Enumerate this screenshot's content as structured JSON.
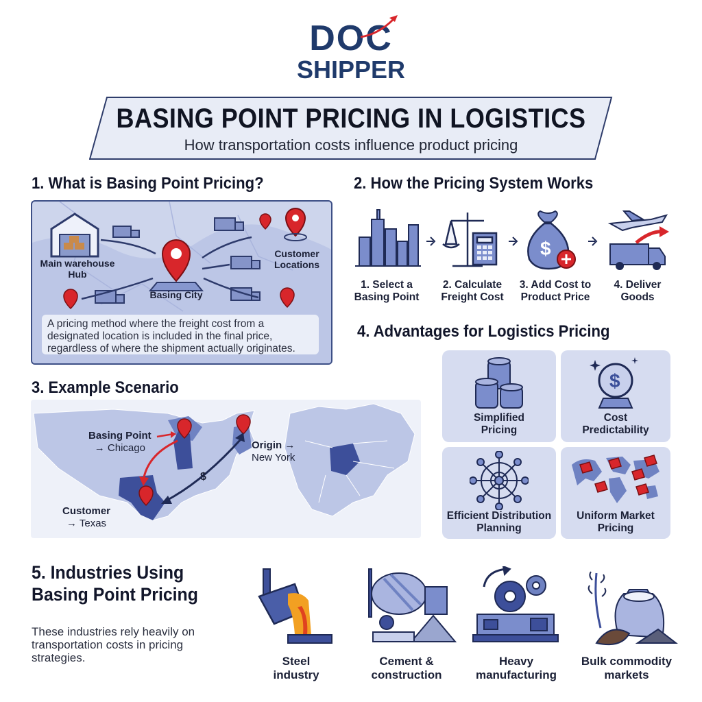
{
  "logo": {
    "line1": "DOC",
    "line2": "SHIPPER"
  },
  "banner": {
    "title": "BASING POINT PRICING IN LOGISTICS",
    "subtitle": "How transportation costs influence product pricing"
  },
  "section1": {
    "heading": "1. What is Basing Point Pricing?",
    "warehouse_label": "Main warehouse\nHub",
    "basing_city_label": "Basing City",
    "customer_label": "Customer\nLocations",
    "description": "A pricing method where the freight cost from a designated location is included in the final price, regardless of where the shipment actually originates."
  },
  "section2": {
    "heading": "2. How the Pricing System Works",
    "steps": [
      {
        "label": "1. Select a\nBasing Point",
        "icon": "city-skyline-icon"
      },
      {
        "label": "2. Calculate\nFreight Cost",
        "icon": "scale-calculator-icon"
      },
      {
        "label": "3. Add Cost to\nProduct Price",
        "icon": "money-bag-plus-icon"
      },
      {
        "label": "4. Deliver\nGoods",
        "icon": "plane-truck-icon"
      }
    ]
  },
  "section3": {
    "heading": "3. Example Scenario",
    "basing_point": "Basing Point",
    "basing_city": "→ Chicago",
    "origin": "Origin →",
    "origin_city": "New York",
    "customer": "Customer",
    "customer_state": "→ Texas",
    "dollar": "$"
  },
  "section4": {
    "heading": "4. Advantages for Logistics Pricing",
    "tiles": [
      {
        "label": "Simplified\nPricing",
        "icon": "coin-stacks-icon"
      },
      {
        "label": "Cost\nPredictability",
        "icon": "crystal-ball-icon"
      },
      {
        "label": "Efficient Distribution\nPlanning",
        "icon": "network-icon"
      },
      {
        "label": "Uniform Market\nPricing",
        "icon": "world-price-tags-icon"
      }
    ]
  },
  "section5": {
    "heading_line1": "5. Industries Using",
    "heading_line2": "Basing Point Pricing",
    "note": "These industries rely heavily on transportation costs in pricing strategies.",
    "industries": [
      {
        "label": "Steel\nindustry",
        "icon": "steel-ladle-icon"
      },
      {
        "label": "Cement &\nconstruction",
        "icon": "cement-mixer-icon"
      },
      {
        "label": "Heavy\nmanufacturing",
        "icon": "gears-machine-icon"
      },
      {
        "label": "Bulk commodity\nmarkets",
        "icon": "grain-sack-icon"
      }
    ]
  },
  "colors": {
    "navy": "#1f3a6b",
    "accent_red": "#d8262b",
    "map_blue": "#6f82c2",
    "tile_bg": "#d6dcf0"
  }
}
